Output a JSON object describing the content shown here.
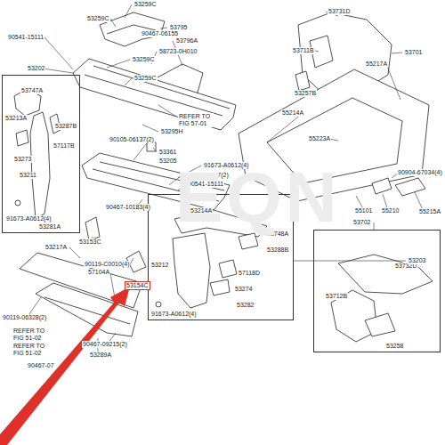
{
  "diagram": {
    "nodes": [
      {
        "text": [
          "53747A",
          "53213A",
          "53287B",
          "57117B",
          "53273",
          "53211",
          "91673-A0612(4)",
          "53281A"
        ]
      },
      {
        "text": [
          "53214A",
          "53748A",
          "53288B",
          "53212",
          "57118D",
          "53274",
          "53282",
          "91673-A0612(4)"
        ]
      },
      {
        "text": [
          "53732D",
          "53712B",
          "53258"
        ]
      }
    ],
    "labels": [
      "53259C",
      "53259C",
      "53795",
      "90467-06155",
      "53796A",
      "58723-0H010",
      "53259C",
      "53259C",
      "90541-15111",
      "53202",
      "REFER TO FIG 57-01",
      "53295H",
      "90105-06137(2)",
      "53361",
      "53205",
      "91673-A0612(4)",
      "90105-06137(2)",
      "90541-15111",
      "90467-10183(4)",
      "53153C",
      "53217A",
      "90119-C0010(4)",
      "57104A",
      "53154C",
      "53203",
      "90119-06328(2)",
      "REFER TO FIG 51-02",
      "REFER TO FIG 51-02",
      "90467-09215(2)",
      "53289A",
      "90467-07",
      "53731D",
      "53711B",
      "53257B",
      "53701",
      "55217A",
      "55214A",
      "55223A",
      "90904-67034(4)",
      "55101",
      "55210",
      "55215A",
      "53702",
      "EQN"
    ]
  }
}
